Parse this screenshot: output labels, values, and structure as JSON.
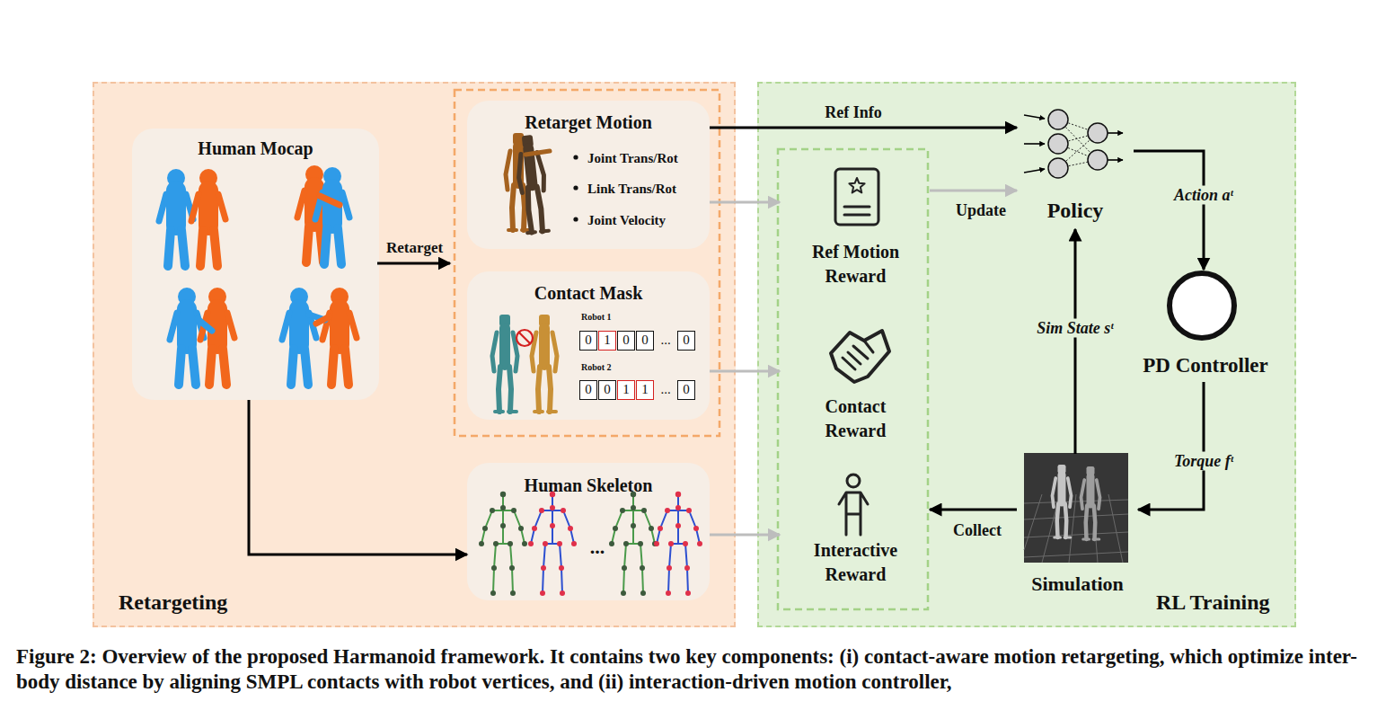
{
  "diagram": {
    "caption": "Figure 2: Overview of the proposed Harmanoid framework. It contains two key components: (i) contact-aware motion retargeting, which optimize inter-body distance by aligning SMPL contacts with robot vertices, and (ii) interaction-driven motion controller,",
    "nodes": [
      {
        "text": [
          "Retargeting"
        ]
      },
      {
        "text": [
          "Human Mocap"
        ],
        "in": 0
      },
      {
        "text": [
          "Retarget Motion",
          "Joint Trans/Rot",
          "Link Trans/Rot",
          "Joint Velocity"
        ],
        "in": 0
      },
      {
        "text": [
          "Contact Mask",
          "Robot 1",
          "0",
          "1",
          "0",
          "0",
          "...",
          "0",
          "Robot 2",
          "0",
          "0",
          "1",
          "1",
          "...",
          "0"
        ],
        "in": 0
      },
      {
        "text": [
          "Human Skeleton",
          "..."
        ],
        "in": 0
      },
      {
        "text": [
          "RL Training"
        ]
      },
      {
        "text": [
          "Ref Motion Reward"
        ],
        "in": 5
      },
      {
        "text": [
          "Contact Reward"
        ],
        "in": 5
      },
      {
        "text": [
          "Interactive Reward"
        ],
        "in": 5
      },
      {
        "text": [
          "Policy"
        ],
        "in": 5
      },
      {
        "text": [
          "PD",
          "PD Controller"
        ],
        "in": 5
      },
      {
        "text": [
          "Simulation"
        ],
        "in": 5
      }
    ],
    "edges": [
      {
        "from": 1,
        "to": 4,
        "arrow": "to"
      },
      {
        "from": 2,
        "to": 9,
        "label": "Ref Info",
        "arrow": "to"
      },
      {
        "from": 2,
        "to": 6,
        "arrow": "to"
      },
      {
        "from": 3,
        "to": 7,
        "arrow": "to"
      },
      {
        "from": 4,
        "to": 8,
        "arrow": "to"
      },
      {
        "from": 6,
        "to": 9,
        "label": "Update",
        "arrow": "to"
      },
      {
        "from": 9,
        "to": 10,
        "label": "Action aᵗ",
        "arrow": "to"
      },
      {
        "from": 10,
        "to": 11,
        "label": "Torque fᵗ",
        "arrow": "to"
      },
      {
        "from": 11,
        "to": 9,
        "label": "Sim State sᵗ",
        "arrow": "to"
      },
      {
        "from": 11,
        "to": 8,
        "label": "Collect",
        "arrow": "to"
      }
    ],
    "labels": [
      "Retarget"
    ]
  }
}
